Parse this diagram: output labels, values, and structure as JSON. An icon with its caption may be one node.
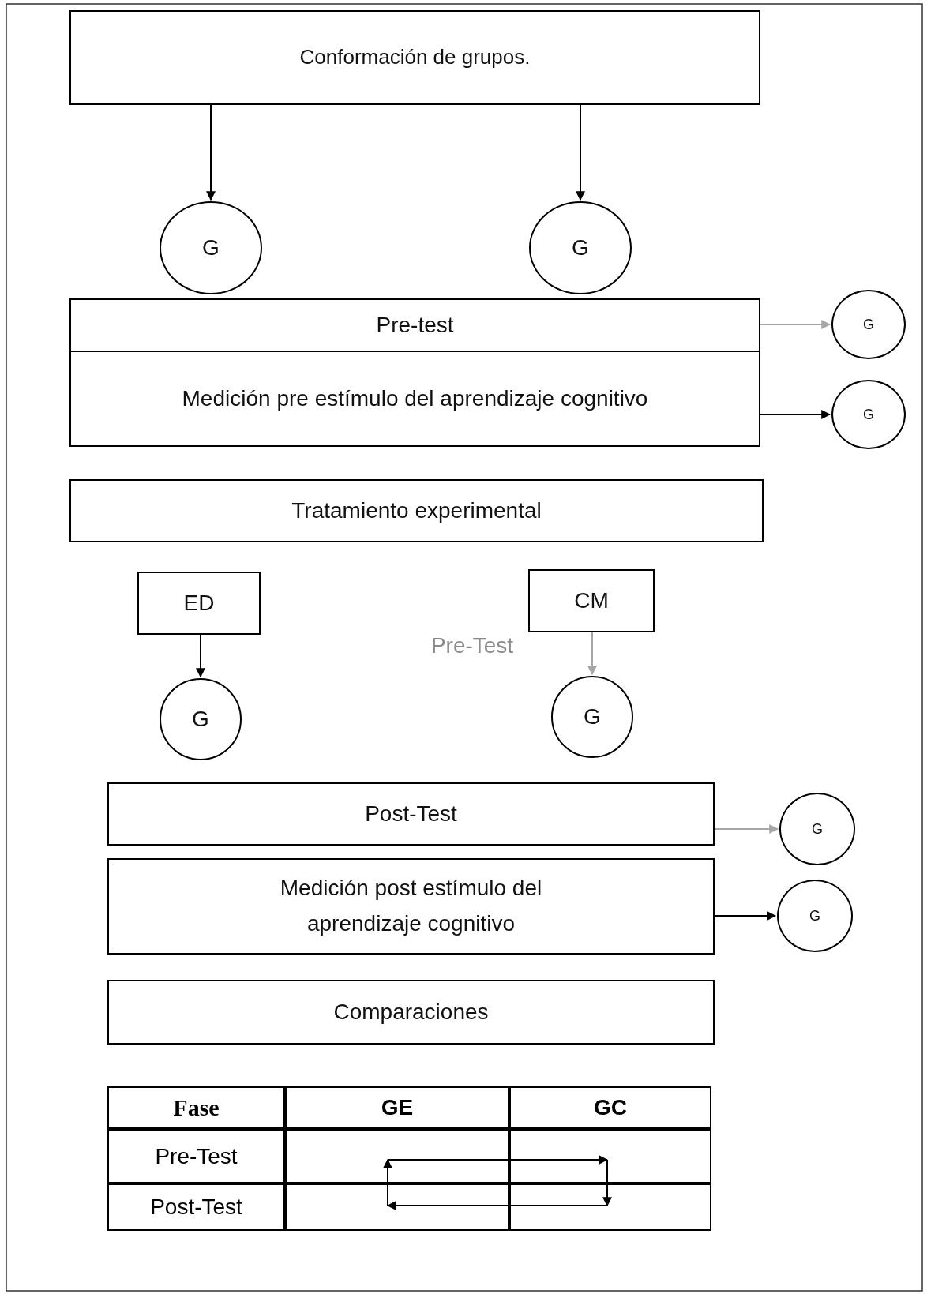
{
  "diagram": {
    "nodes": [
      {
        "text": [
          "Conformación de grupos."
        ]
      },
      {
        "text": [
          "G"
        ]
      },
      {
        "text": [
          "G"
        ]
      },
      {
        "text": [
          "Pre-test"
        ]
      },
      {
        "text": [
          "Medición pre estímulo del aprendizaje cognitivo"
        ]
      },
      {
        "text": [
          "G"
        ]
      },
      {
        "text": [
          "G"
        ]
      },
      {
        "text": [
          "Tratamiento experimental"
        ]
      },
      {
        "text": [
          "ED"
        ]
      },
      {
        "text": [
          "CM"
        ]
      },
      {
        "text": [
          "G"
        ]
      },
      {
        "text": [
          "G"
        ]
      },
      {
        "text": [
          "Post-Test"
        ]
      },
      {
        "text": [
          "G"
        ]
      },
      {
        "text": [
          "Medición post  estímulo del aprendizaje cognitivo"
        ]
      },
      {
        "text": [
          "G"
        ]
      },
      {
        "text": [
          "Comparaciones"
        ]
      },
      {
        "text": [],
        "shape": "box"
      },
      {
        "text": [],
        "shape": "box"
      },
      {
        "text": [],
        "shape": "box"
      },
      {
        "text": [],
        "shape": "box"
      }
    ],
    "edges": [
      {
        "from": 0,
        "to": 1,
        "arrow": "to"
      },
      {
        "from": 0,
        "to": 2,
        "arrow": "to"
      },
      {
        "from": 3,
        "to": 5,
        "arrow": "to",
        "color": "#a6a6a6"
      },
      {
        "from": 4,
        "to": 6,
        "arrow": "to"
      },
      {
        "from": 8,
        "to": 10,
        "arrow": "to"
      },
      {
        "from": 9,
        "to": 11,
        "arrow": "to",
        "color": "#a6a6a6"
      },
      {
        "from": 12,
        "to": 13,
        "arrow": "to",
        "color": "#a6a6a6"
      },
      {
        "from": 14,
        "to": 15,
        "arrow": "to"
      },
      {
        "from": 17,
        "to": 18,
        "arrow": "to"
      },
      {
        "from": 18,
        "to": 20,
        "arrow": "to"
      },
      {
        "from": 20,
        "to": 19,
        "arrow": "to"
      },
      {
        "from": 19,
        "to": 17,
        "arrow": "to"
      }
    ],
    "labels": [
      "Pre-Test",
      "Fase",
      "GE",
      "GC",
      "Pre-Test",
      "Post-Test"
    ]
  }
}
